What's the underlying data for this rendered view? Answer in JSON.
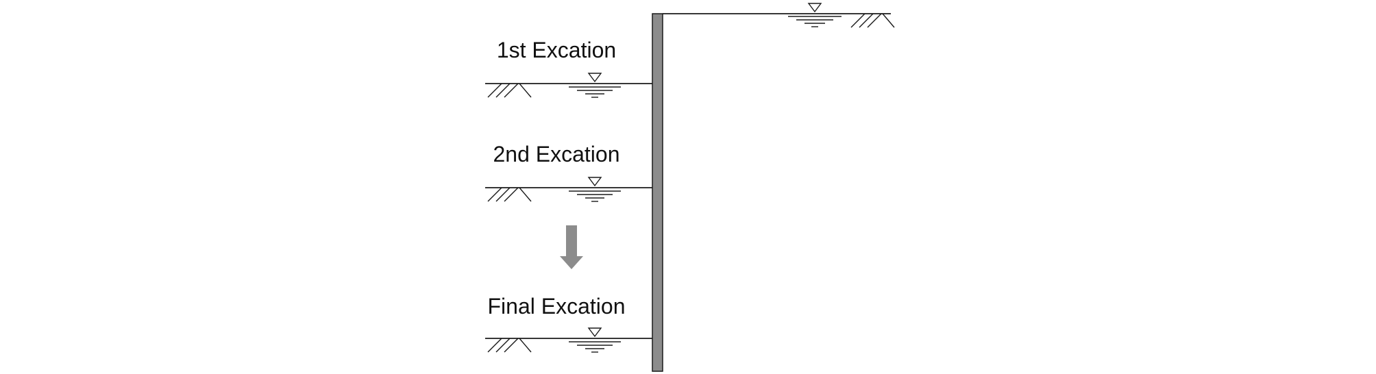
{
  "diagram": {
    "stages": [
      {
        "label": "1st Excation"
      },
      {
        "label": "2nd Excation"
      },
      {
        "label": "Final Excation"
      }
    ],
    "colors": {
      "wall": "#8c8c8c",
      "line": "#1a1a1a",
      "arrow": "#8c8c8c"
    },
    "icons": [
      "water-table-icon",
      "ground-hatch-icon",
      "down-arrow-icon"
    ]
  }
}
